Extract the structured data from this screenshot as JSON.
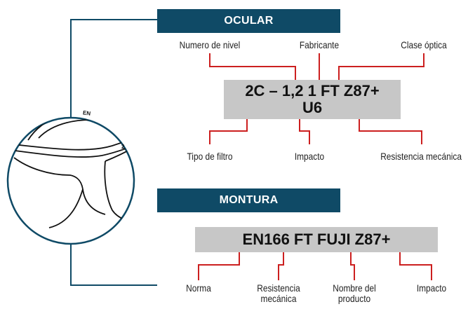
{
  "ocular": {
    "title": "OCULAR",
    "code_line1": "2C – 1,2 1 FT Z87+",
    "code_line2": "U6",
    "labels": {
      "nivel": "Numero de nivel",
      "fabricante": "Fabricante",
      "clase": "Clase óptica",
      "filtro": "Tipo de filtro",
      "impacto": "Impacto",
      "resistencia": "Resistencia mecánica"
    }
  },
  "montura": {
    "title": "MONTURA",
    "code": "EN166 FT FUJI Z87+",
    "labels": {
      "norma": "Norma",
      "resistencia_l1": "Resistencia",
      "resistencia_l2": "mecánica",
      "nombre_l1": "Nombre del",
      "nombre_l2": "producto",
      "impacto": "Impacto"
    }
  },
  "illustration": {
    "lens_mark_1": "EN",
    "lens_mark_2": "2"
  },
  "colors": {
    "banner": "#0f4a66",
    "connector": "#cc1f1f",
    "code_box": "#c7c7c7",
    "frame_line": "#0f4a66"
  }
}
